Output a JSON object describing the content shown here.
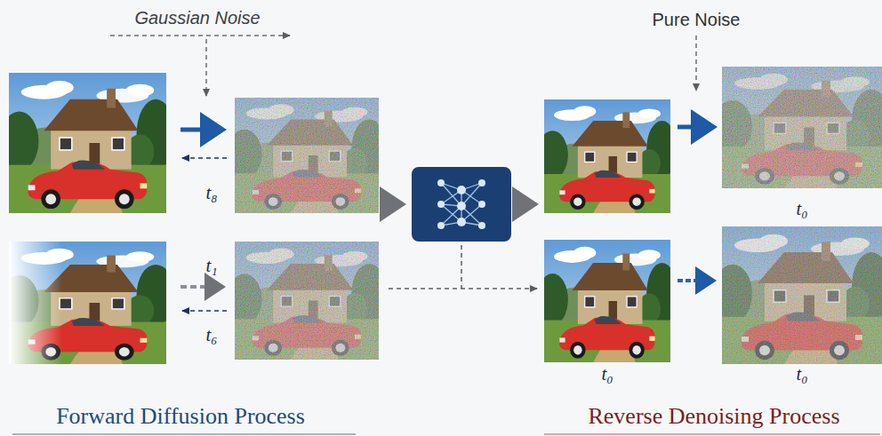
{
  "diagram": {
    "labels": [
      "Gaussian Noise",
      "Pure Noise",
      "t₈",
      "t₁",
      "t₆",
      "t₀",
      "t₀",
      "t₀",
      "Forward Diffusion Process",
      "Reverse Denoising Process"
    ]
  }
}
